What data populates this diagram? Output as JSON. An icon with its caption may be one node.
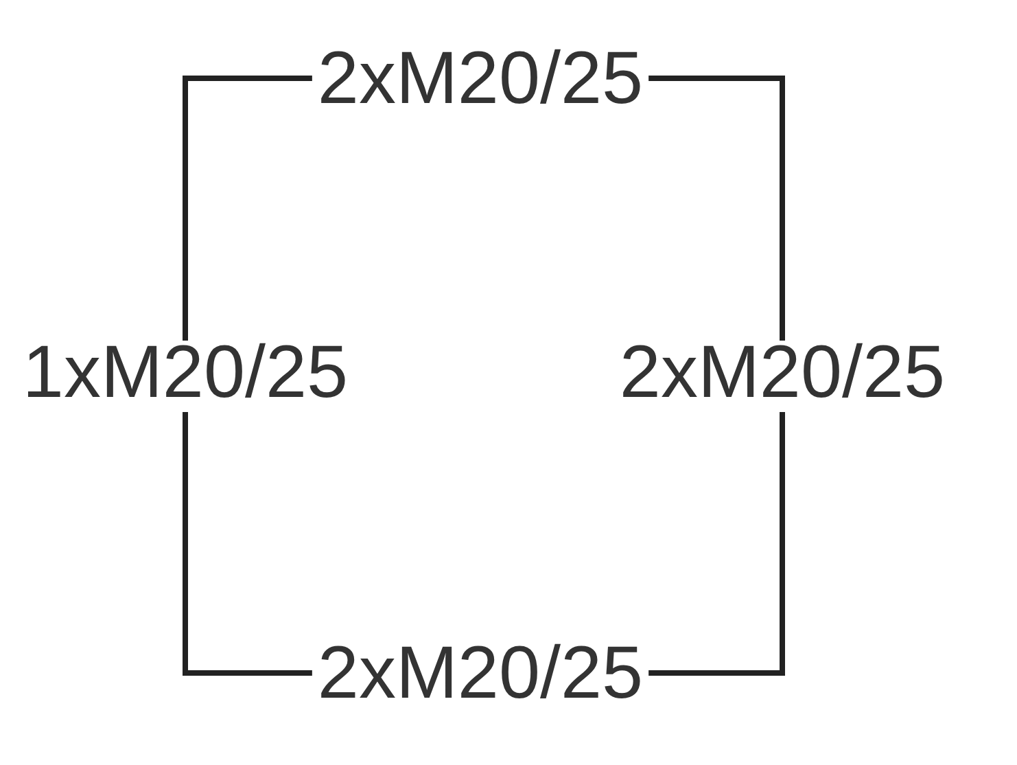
{
  "diagram": {
    "labels": [
      "2xM20/25",
      "1xM20/25",
      "2xM20/25",
      "2xM20/25"
    ]
  }
}
